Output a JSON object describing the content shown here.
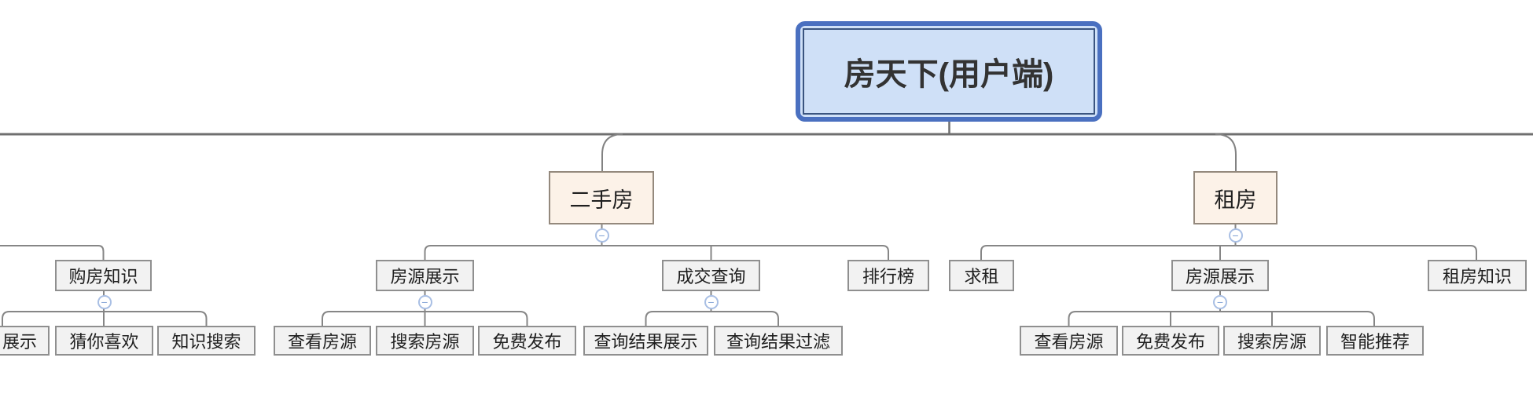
{
  "diagram": {
    "title": "房天下(用户端)",
    "collapse_glyph": "−",
    "colors": {
      "root_fill": "#cfe0f7",
      "root_border": "#4a70c0",
      "branch_fill": "#fcf2e8",
      "branch_border": "#94897d",
      "node_fill": "#f2f2f2",
      "node_border": "#8f8f8f",
      "wire": "#868686",
      "collapse_ring": "#a9bfe4"
    }
  },
  "tree": {
    "root": {
      "label": "房天下(用户端)"
    },
    "branches": [
      {
        "label": "二手房",
        "children": [
          {
            "label": "房源展示",
            "children": [
              {
                "label": "查看房源"
              },
              {
                "label": "搜索房源"
              },
              {
                "label": "免费发布"
              }
            ]
          },
          {
            "label": "成交查询",
            "children": [
              {
                "label": "查询结果展示"
              },
              {
                "label": "查询结果过滤"
              }
            ]
          },
          {
            "label": "排行榜"
          }
        ]
      },
      {
        "label": "租房",
        "children": [
          {
            "label": "求租"
          },
          {
            "label": "房源展示",
            "children": [
              {
                "label": "查看房源"
              },
              {
                "label": "免费发布"
              },
              {
                "label": "搜索房源"
              },
              {
                "label": "智能推荐"
              }
            ]
          },
          {
            "label": "租房知识"
          }
        ]
      }
    ],
    "clipped_branch": {
      "label": "购房知识",
      "children": [
        {
          "label": "展示",
          "clipped": true
        },
        {
          "label": "猜你喜欢"
        },
        {
          "label": "知识搜索"
        }
      ]
    }
  }
}
